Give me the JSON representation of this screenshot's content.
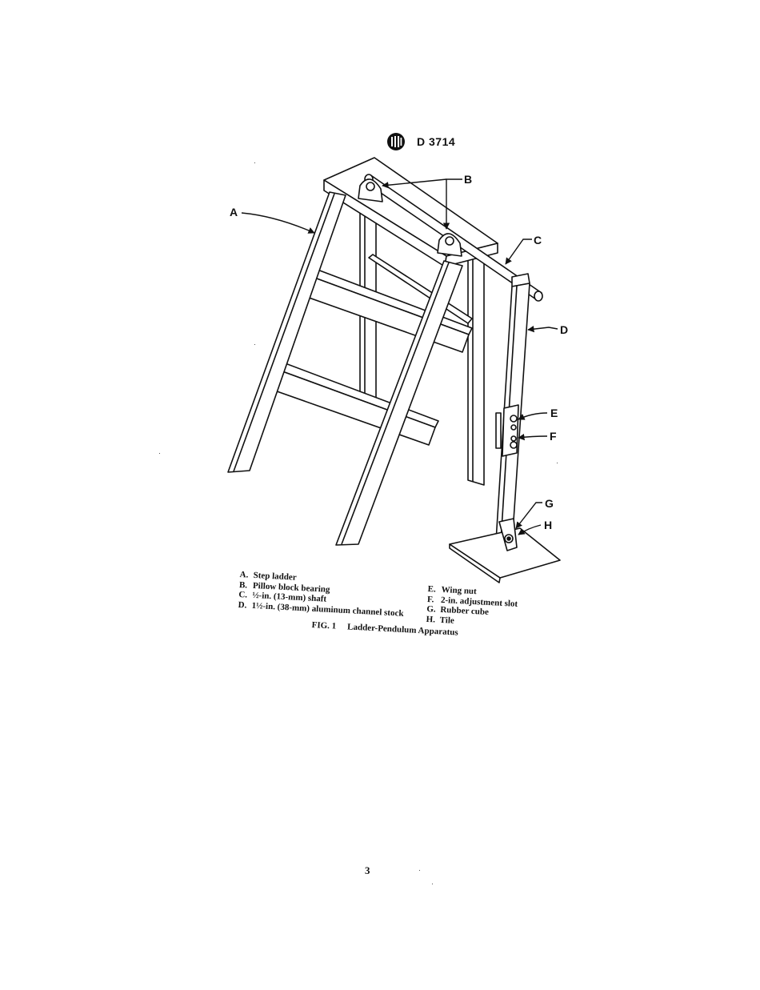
{
  "header": {
    "designation": "D 3714"
  },
  "callouts": {
    "A": "A",
    "B": "B",
    "C": "C",
    "D": "D",
    "E": "E",
    "F": "F",
    "G": "G",
    "H": "H"
  },
  "legend": {
    "left": [
      {
        "key": "A.",
        "text": "Step ladder"
      },
      {
        "key": "B.",
        "text": "Pillow block bearing"
      },
      {
        "key": "C.",
        "text": "½-in. (13-mm) shaft"
      },
      {
        "key": "D.",
        "text": "1½-in. (38-mm) aluminum channel stock"
      }
    ],
    "right": [
      {
        "key": "E.",
        "text": "Wing nut"
      },
      {
        "key": "F.",
        "text": "2-in. adjustment slot"
      },
      {
        "key": "G.",
        "text": "Rubber cube"
      },
      {
        "key": "H.",
        "text": "Tile"
      }
    ]
  },
  "caption": {
    "figure_number": "FIG. 1",
    "title": "Ladder-Pendulum Apparatus"
  },
  "page_number": "3"
}
